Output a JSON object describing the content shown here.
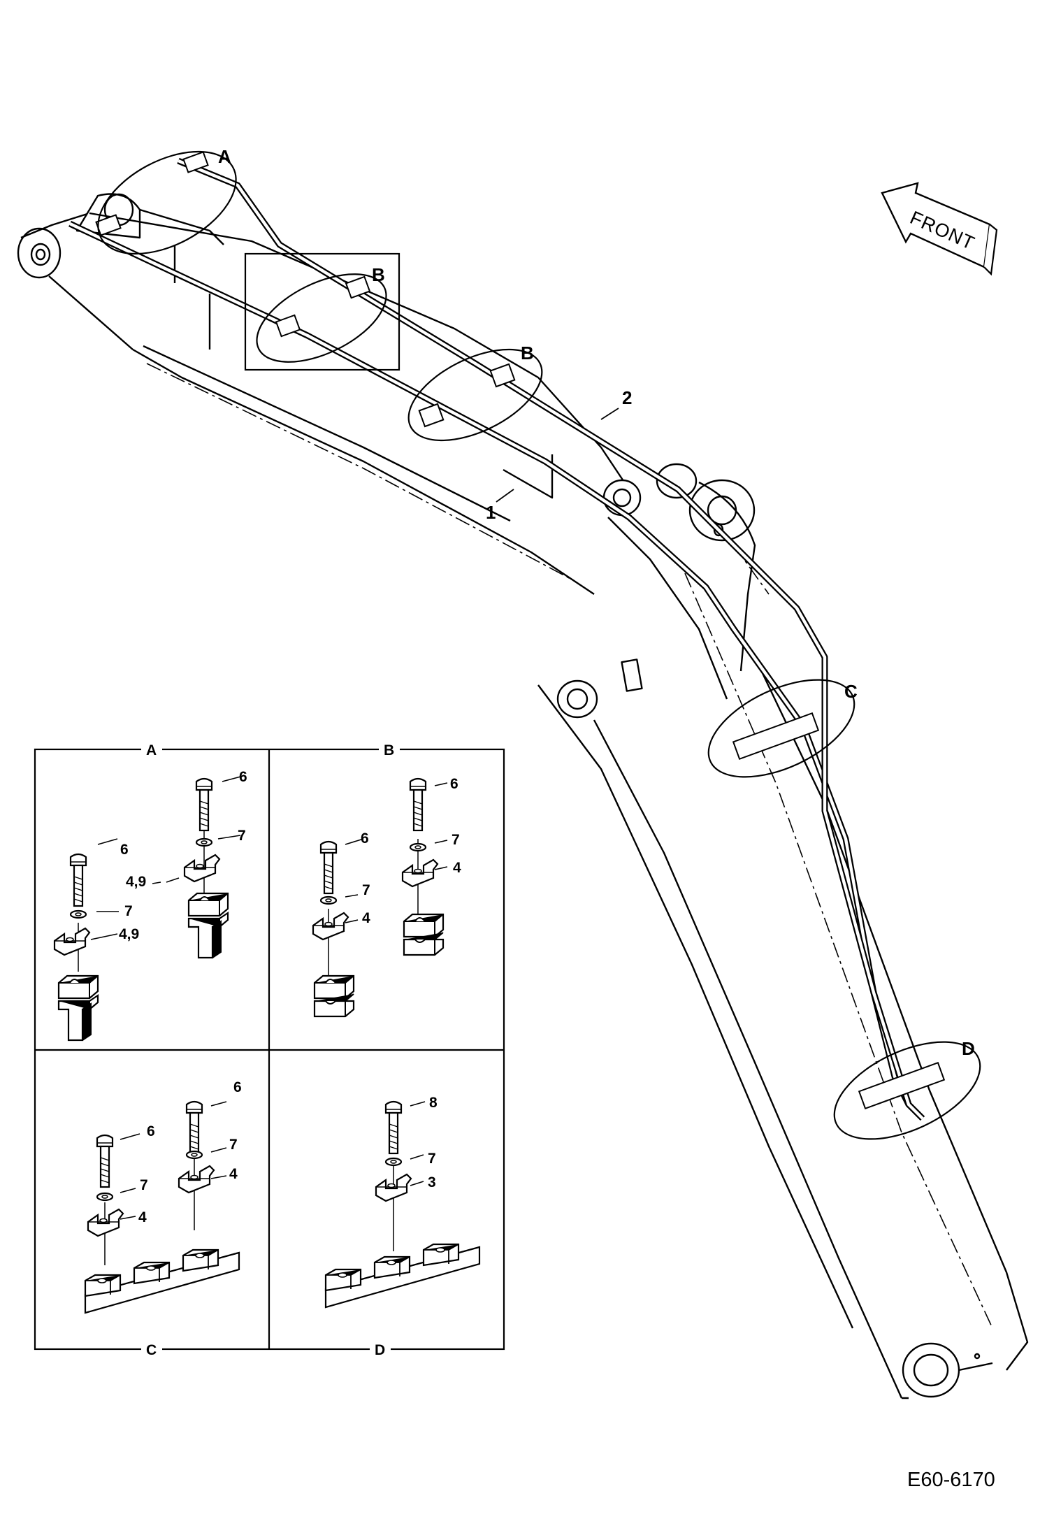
{
  "front_arrow": {
    "label": "FRONT"
  },
  "drawing_code": "E60-6170",
  "callouts": {
    "detail_a": "A",
    "detail_b1": "B",
    "detail_b2": "B",
    "detail_c": "C",
    "detail_d": "D",
    "part_1": "1",
    "part_2": "2"
  },
  "insets": {
    "a": {
      "title": "A",
      "labels": {
        "bolt_left": "6",
        "washer_left": "7",
        "clamp_left": "4,9",
        "bolt_right": "6",
        "washer_right": "7",
        "clamp_right": "4,9"
      }
    },
    "b": {
      "title": "B",
      "labels": {
        "bolt_left": "6",
        "washer_left": "7",
        "clamp_left": "4",
        "bolt_right": "6",
        "washer_right": "7",
        "clamp_right": "4"
      }
    },
    "c": {
      "title": "C",
      "labels": {
        "bolt_left": "6",
        "washer_left": "7",
        "clamp_left": "4",
        "bolt_right": "6",
        "washer_right": "7",
        "clamp_right": "4"
      }
    },
    "d": {
      "title": "D",
      "labels": {
        "bolt": "8",
        "washer": "7",
        "clamp": "3"
      }
    }
  }
}
